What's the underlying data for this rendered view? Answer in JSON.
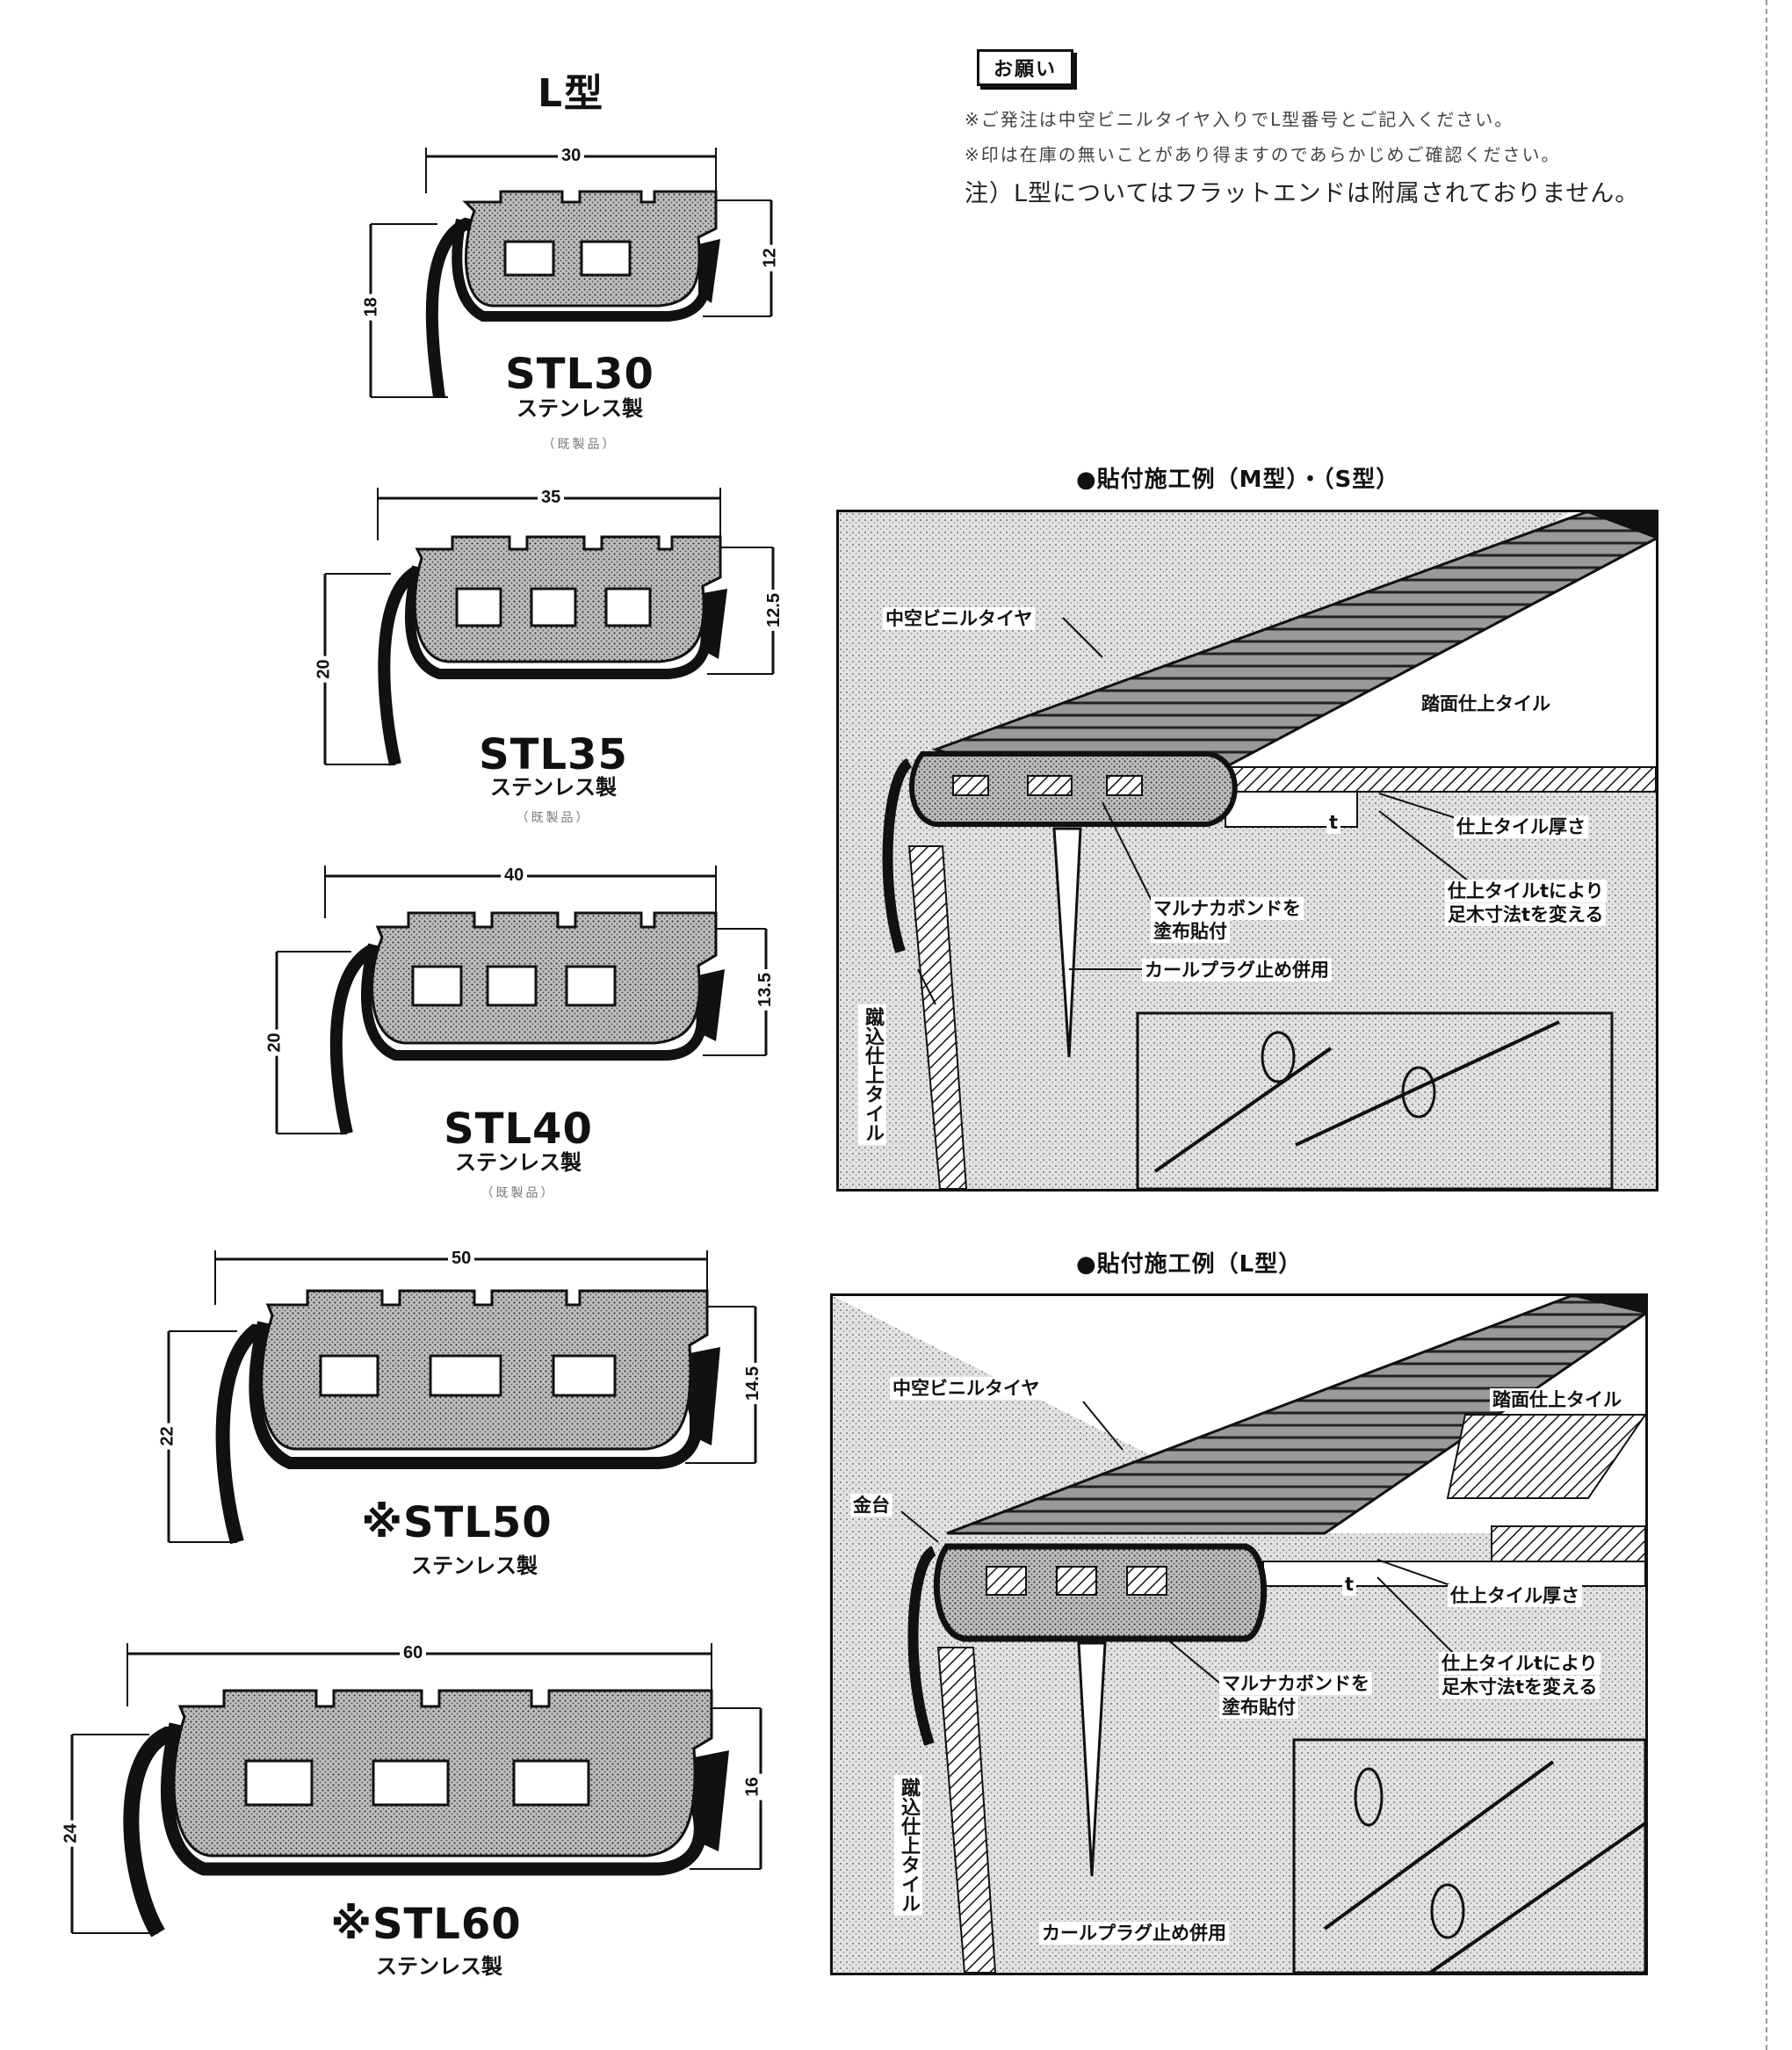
{
  "page": {
    "section_title": "L型"
  },
  "request": {
    "badge": "お願い",
    "line1": "※ご発注は中空ビニルタイヤ入りでL型番号とご記入ください。",
    "line2": "※印は在庫の無いことがあり得ますのであらかじめご確認ください。",
    "line3": "注）L型についてはフラットエンドは附属されておりません。"
  },
  "models": [
    {
      "name": "STL30",
      "material": "ステンレス製",
      "note": "（既製品）",
      "width": "30",
      "height_left": "18",
      "height_right": "12"
    },
    {
      "name": "STL35",
      "material": "ステンレス製",
      "note": "（既製品）",
      "width": "35",
      "height_left": "20",
      "height_right": "12.5"
    },
    {
      "name": "STL40",
      "material": "ステンレス製",
      "note": "（既製品）",
      "width": "40",
      "height_left": "20",
      "height_right": "13.5"
    },
    {
      "name": "※STL50",
      "material": "ステンレス製",
      "width": "50",
      "height_left": "22",
      "height_right": "14.5"
    },
    {
      "name": "※STL60",
      "material": "ステンレス製",
      "width": "60",
      "height_left": "24",
      "height_right": "16"
    }
  ],
  "example_ms": {
    "title": "●貼付施工例（M型）・（S型）",
    "labels": {
      "tire": "中空ビニルタイヤ",
      "tread_tile": "踏面仕上タイル",
      "tile_thickness": "仕上タイル厚さ",
      "adjust": "仕上タイルtにより",
      "adjust2": "足木寸法tを変える",
      "bond": "マルナカボンドを",
      "bond2": "塗布貼付",
      "plug": "カールプラグ止め併用",
      "riser": "蹴込仕上タイル",
      "t": "t"
    }
  },
  "example_l": {
    "title": "●貼付施工例（L型）",
    "labels": {
      "tire": "中空ビニルタイヤ",
      "tread_tile": "踏面仕上タイル",
      "base": "金台",
      "tile_thickness": "仕上タイル厚さ",
      "adjust": "仕上タイルtにより",
      "adjust2": "足木寸法tを変える",
      "bond": "マルナカボンドを",
      "bond2": "塗布貼付",
      "plug": "カールプラグ止め併用",
      "riser": "蹴込仕上タイル",
      "t": "t"
    }
  }
}
